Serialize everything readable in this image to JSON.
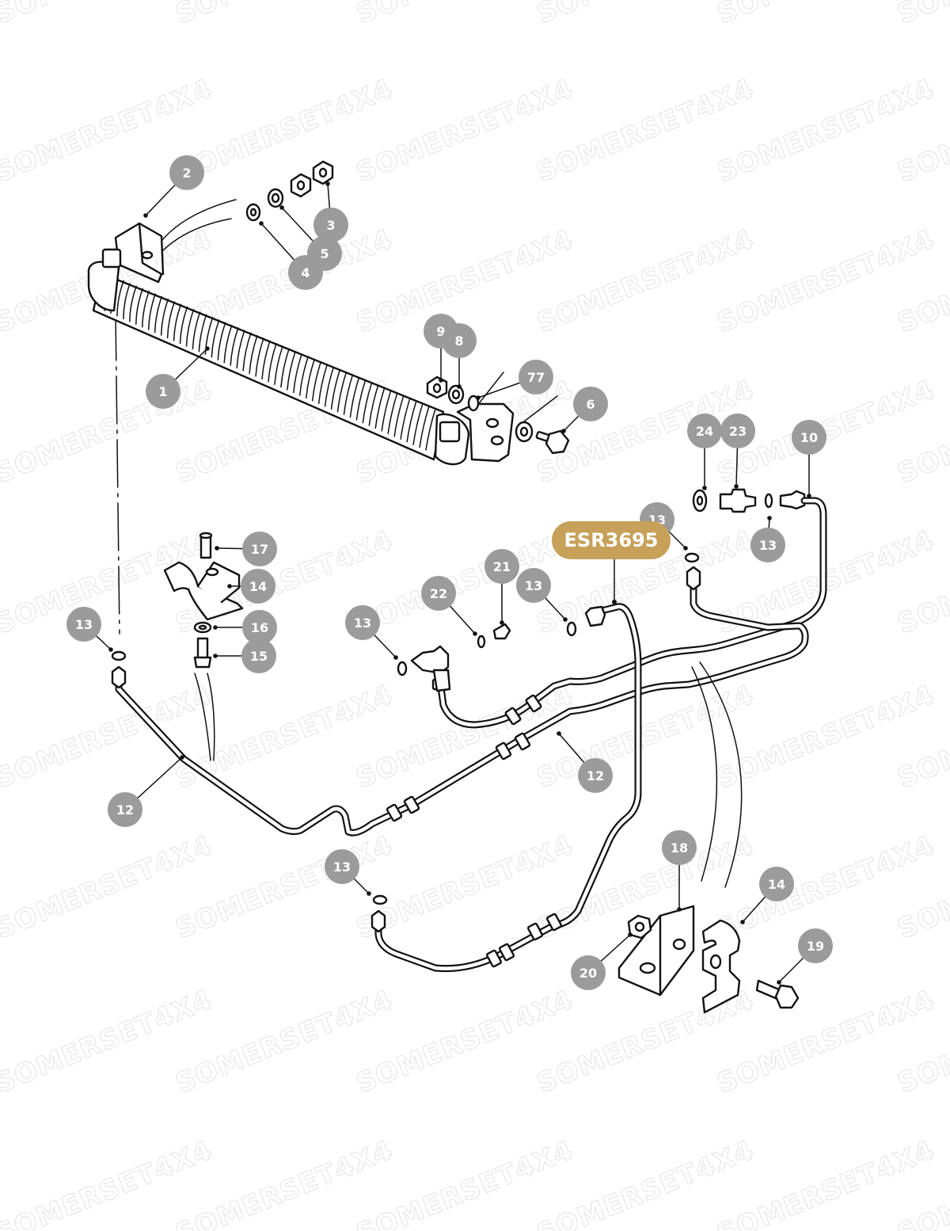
{
  "watermark": {
    "text": "SOMERSET4X4",
    "color": "#e6e6e6"
  },
  "highlight": {
    "part_number": "ESR3695",
    "color": "#c7a15a"
  },
  "callouts": [
    {
      "label": "2"
    },
    {
      "label": "3"
    },
    {
      "label": "5"
    },
    {
      "label": "4"
    },
    {
      "label": "1"
    },
    {
      "label": "9"
    },
    {
      "label": "8"
    },
    {
      "label": "77"
    },
    {
      "label": "6"
    },
    {
      "label": "24"
    },
    {
      "label": "23"
    },
    {
      "label": "10"
    },
    {
      "label": "13"
    },
    {
      "label": "13"
    },
    {
      "label": "17"
    },
    {
      "label": "14"
    },
    {
      "label": "21"
    },
    {
      "label": "22"
    },
    {
      "label": "13"
    },
    {
      "label": "13"
    },
    {
      "label": "13"
    },
    {
      "label": "16"
    },
    {
      "label": "15"
    },
    {
      "label": "12"
    },
    {
      "label": "12"
    },
    {
      "label": "18"
    },
    {
      "label": "14"
    },
    {
      "label": "13"
    },
    {
      "label": "19"
    },
    {
      "label": "20"
    }
  ],
  "bubble_color": "#9b9b9b"
}
